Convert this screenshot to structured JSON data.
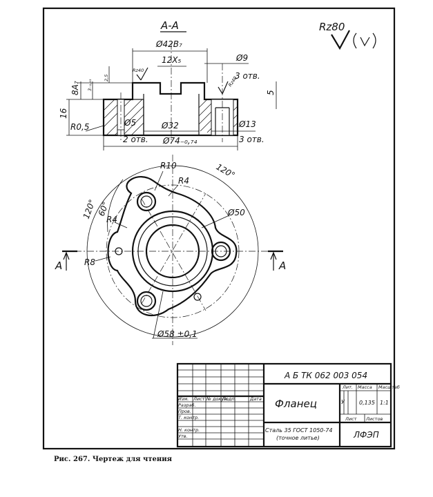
{
  "section": {
    "title": "А-А"
  },
  "roughness": {
    "general": "Rz80",
    "surface": "Rz40"
  },
  "dimensions": {
    "d42": "Ø42В₇",
    "width12": "12Х₅",
    "d9": "Ø9",
    "holes3_top": "3 отв.",
    "h16": "16",
    "h8": "8А₇",
    "h3": "3₋₀,₁₅",
    "h25": "2,5",
    "h5": "5",
    "r05": "R0,5",
    "d5": "Ø5",
    "d32": "Ø32",
    "d13": "Ø13",
    "holes2": "2 отв.",
    "d74": "Ø74₋₀,₇₄",
    "holes3_bottom": "3 отв.",
    "r10": "R10",
    "r4a": "R4",
    "r4b": "R4",
    "r8": "R8",
    "d50": "Ø50",
    "d58": "Ø58 ±0,1",
    "a120_top": "120°",
    "a120_left": "120°",
    "a60": "60°",
    "section_mark": "А"
  },
  "title_block": {
    "code": "А Б ТК 062 003 054",
    "name": "Фланец",
    "material": "Сталь 35 ГОСТ 1050-74",
    "material_note": "(точное литье)",
    "org": "ЛФЭП",
    "lit": "Лит.",
    "massa": "Масса",
    "masshtab": "Масштаб",
    "lit_val": "У",
    "mass_val": "0,135",
    "scale_val": "1:1",
    "list": "Лист",
    "listov": "Листов",
    "izm": "Изм.",
    "list_col": "Лист",
    "ndoc": "№ докум.",
    "podp": "Подп.",
    "data": "Дата",
    "razrab": "Разраб.",
    "prov": "Пров.",
    "tkontr": "Т. контр.",
    "nkontr": "Н. контр.",
    "utv": "Утв."
  },
  "caption": "Рис. 267. Чертеж для чтения"
}
